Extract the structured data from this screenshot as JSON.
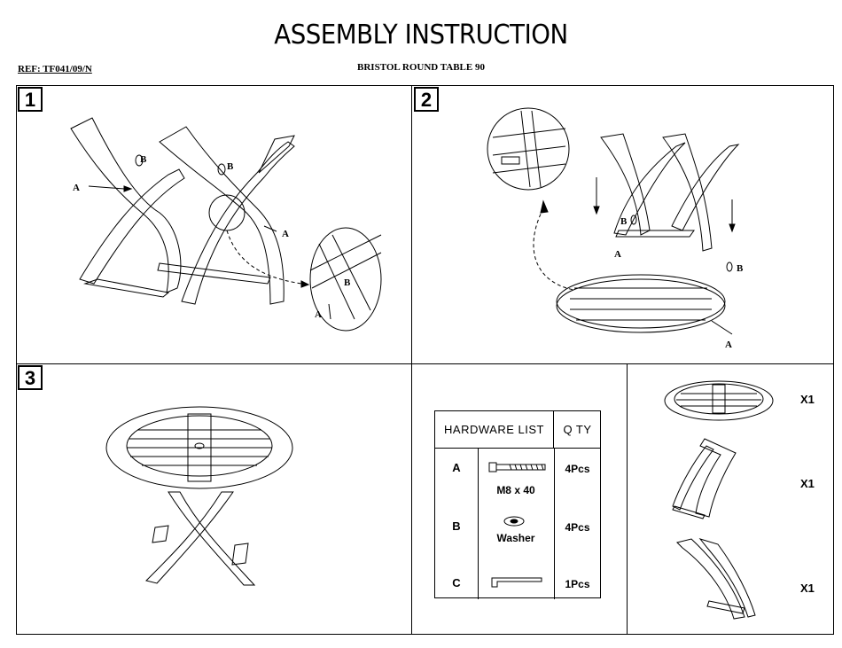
{
  "header": {
    "title": "ASSEMBLY INSTRUCTION",
    "ref": "REF: TF041/09/N",
    "product": "BRISTOL ROUND TABLE 90"
  },
  "steps": [
    {
      "number": "1",
      "labels": {
        "a": "A",
        "b": "B"
      }
    },
    {
      "number": "2",
      "labels": {
        "a": "A",
        "b": "B"
      }
    },
    {
      "number": "3"
    }
  ],
  "hardware": {
    "title": "HARDWARE LIST",
    "qty_header": "Q TY",
    "items": [
      {
        "code": "A",
        "desc": "M8 x 40",
        "qty": "4Pcs",
        "icon": "bolt-icon"
      },
      {
        "code": "B",
        "desc": "Washer",
        "qty": "4Pcs",
        "icon": "washer-icon"
      },
      {
        "code": "C",
        "desc": "",
        "qty": "1Pcs",
        "icon": "allen-key-icon"
      }
    ]
  },
  "parts": [
    {
      "name": "table-top",
      "qty": "X1"
    },
    {
      "name": "leg-frame-large",
      "qty": "X1"
    },
    {
      "name": "leg-frame-small",
      "qty": "X1"
    }
  ]
}
